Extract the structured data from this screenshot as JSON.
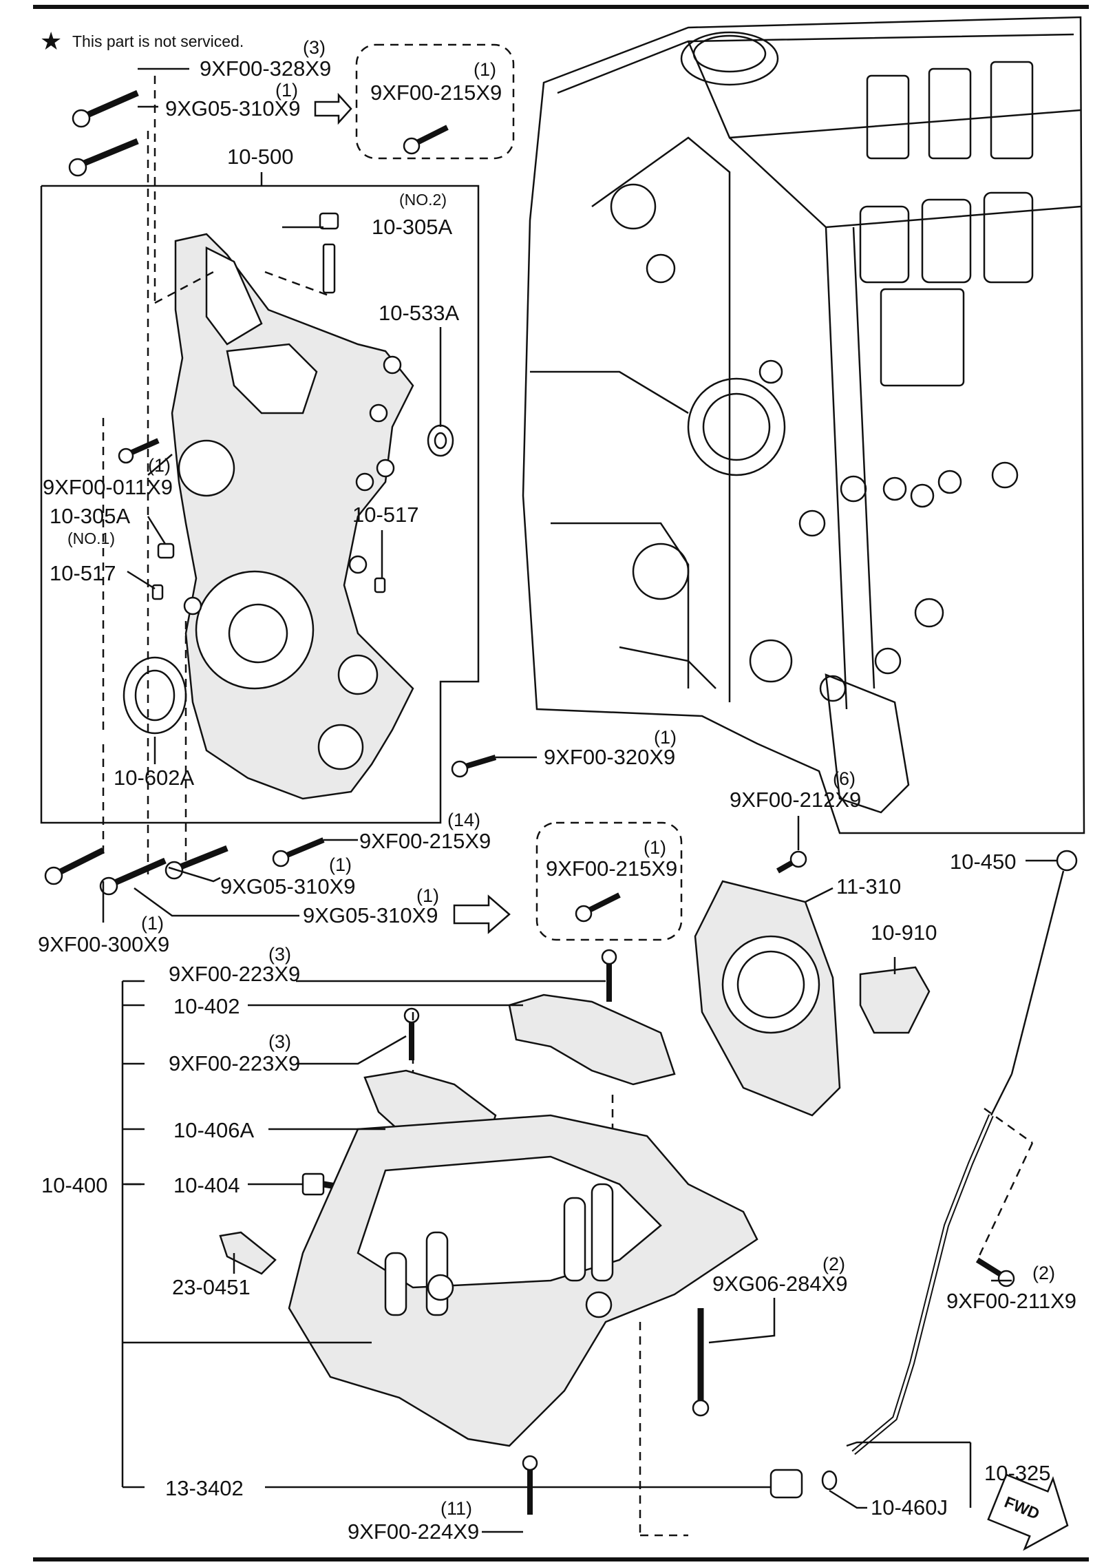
{
  "notice": {
    "star": "★",
    "text": "This part is not serviced."
  },
  "colors": {
    "ink": "#111111",
    "paper": "#ffffff"
  },
  "fwd_label": "FWD",
  "callouts": {
    "c_9xf00_328": {
      "qty": "(3)",
      "code": "9XF00-328X9"
    },
    "c_9xg05_310_top": {
      "qty": "(1)",
      "code": "9XG05-310X9"
    },
    "c_9xf00_215_box1": {
      "qty": "(1)",
      "code": "9XF00-215X9"
    },
    "c_10_500": {
      "code": "10-500"
    },
    "c_10_305a_no2": {
      "qty": "(NO.2)",
      "code": "10-305A"
    },
    "c_10_533a": {
      "code": "10-533A"
    },
    "c_9xf00_011": {
      "qty": "(1)",
      "code": "9XF00-011X9"
    },
    "c_10_305a_no1": {
      "qty": "(NO.1)",
      "code": "10-305A"
    },
    "c_10_517_right": {
      "code": "10-517"
    },
    "c_10_517_left": {
      "code": "10-517"
    },
    "c_10_602a": {
      "code": "10-602A"
    },
    "c_9xf00_320": {
      "qty": "(1)",
      "code": "9XF00-320X9"
    },
    "c_9xf00_212": {
      "qty": "(6)",
      "code": "9XF00-212X9"
    },
    "c_9xf00_215_14": {
      "qty": "(14)",
      "code": "9XF00-215X9"
    },
    "c_9xf00_215_box2": {
      "qty": "(1)",
      "code": "9XF00-215X9"
    },
    "c_9xg05_310_mid": {
      "qty": "(1)",
      "code": "9XG05-310X9"
    },
    "c_9xg05_310_low": {
      "qty": "(1)",
      "code": "9XG05-310X9"
    },
    "c_9xf00_300": {
      "qty": "(1)",
      "code": "9XF00-300X9"
    },
    "c_10_450": {
      "code": "10-450"
    },
    "c_11_310": {
      "code": "11-310"
    },
    "c_10_910": {
      "code": "10-910"
    },
    "c_9xf00_223_a": {
      "qty": "(3)",
      "code": "9XF00-223X9"
    },
    "c_10_402": {
      "code": "10-402"
    },
    "c_9xf00_223_b": {
      "qty": "(3)",
      "code": "9XF00-223X9"
    },
    "c_10_406a": {
      "code": "10-406A"
    },
    "c_10_400": {
      "code": "10-400"
    },
    "c_10_404": {
      "code": "10-404"
    },
    "c_23_0451": {
      "code": "23-0451"
    },
    "c_9xg06_284": {
      "qty": "(2)",
      "code": "9XG06-284X9"
    },
    "c_9xf00_211": {
      "qty": "(2)",
      "code": "9XF00-211X9"
    },
    "c_10_325": {
      "code": "10-325"
    },
    "c_10_460j": {
      "code": "10-460J"
    },
    "c_13_3402": {
      "code": "13-3402"
    },
    "c_9xf00_224": {
      "qty": "(11)",
      "code": "9XF00-224X9"
    }
  }
}
